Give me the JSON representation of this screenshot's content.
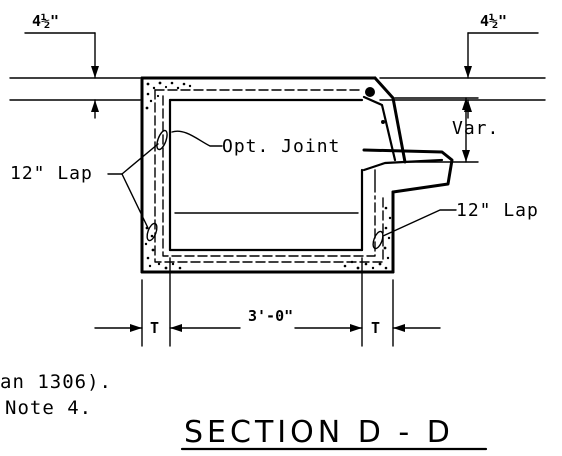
{
  "dimensions": {
    "left_wall_thickness": "4½\"",
    "right_wall_thickness": "4½\"",
    "inside_width": "3'-0\"",
    "left_T": "T",
    "right_T": "T",
    "variable_height": "Var."
  },
  "callouts": {
    "optional_joint": "Opt. Joint",
    "left_lap": "12\" Lap",
    "right_lap": "12\" Lap"
  },
  "notes": {
    "line1": "an 1306).",
    "line2": "Note 4."
  },
  "title": "SECTION D - D"
}
